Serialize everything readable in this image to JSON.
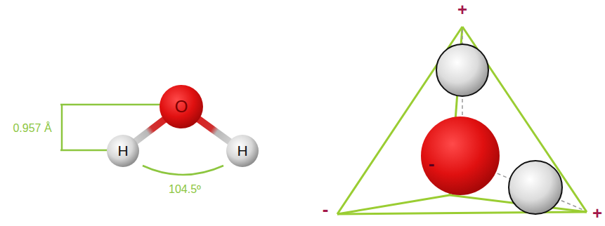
{
  "diagram": {
    "nodes": [
      {
        "text": [
          "O"
        ]
      },
      {
        "text": [
          "H"
        ]
      },
      {
        "text": [
          "H"
        ]
      }
    ],
    "edges": [
      {
        "from": 0,
        "to": 1,
        "arrow": "none"
      },
      {
        "from": 0,
        "to": 2,
        "arrow": "none"
      }
    ],
    "labels": [
      "0.957 Å",
      "104.5º",
      "+",
      "-",
      "-",
      "+"
    ]
  }
}
